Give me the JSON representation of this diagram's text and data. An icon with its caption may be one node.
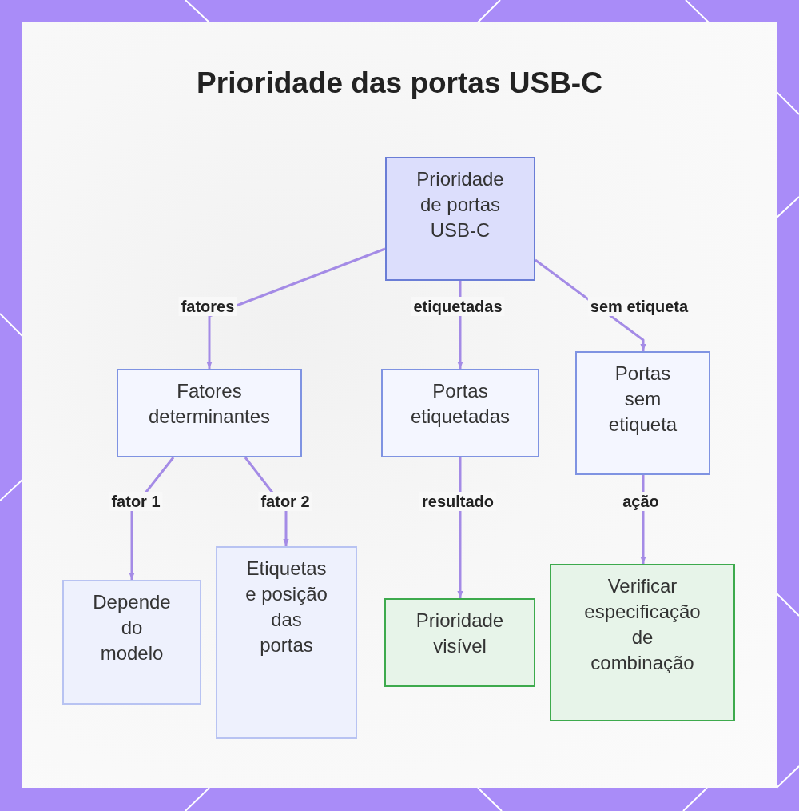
{
  "diagram": {
    "title": "Prioridade das portas USB-C",
    "nodes": [
      {
        "text": [
          "Prioridade de portas USB-C"
        ]
      },
      {
        "text": [
          "Fatores determinantes"
        ]
      },
      {
        "text": [
          "Portas etiquetadas"
        ]
      },
      {
        "text": [
          "Portas sem etiqueta"
        ]
      },
      {
        "text": [
          "Depende do modelo"
        ]
      },
      {
        "text": [
          "Etiquetas e posição das portas"
        ]
      },
      {
        "text": [
          "Prioridade visível"
        ]
      },
      {
        "text": [
          "Verificar especificação de combinação"
        ]
      }
    ],
    "edges": [
      {
        "from": 0,
        "to": 1,
        "arrow": "to",
        "label": "fatores"
      },
      {
        "from": 0,
        "to": 2,
        "arrow": "to",
        "label": "etiquetadas"
      },
      {
        "from": 0,
        "to": 3,
        "arrow": "to",
        "label": "sem etiqueta"
      },
      {
        "from": 1,
        "to": 4,
        "arrow": "to",
        "label": "fator 1"
      },
      {
        "from": 1,
        "to": 5,
        "arrow": "to",
        "label": "fator 2"
      },
      {
        "from": 2,
        "to": 6,
        "arrow": "to",
        "label": "resultado"
      },
      {
        "from": 3,
        "to": 7,
        "arrow": "to",
        "label": "ação"
      }
    ]
  }
}
